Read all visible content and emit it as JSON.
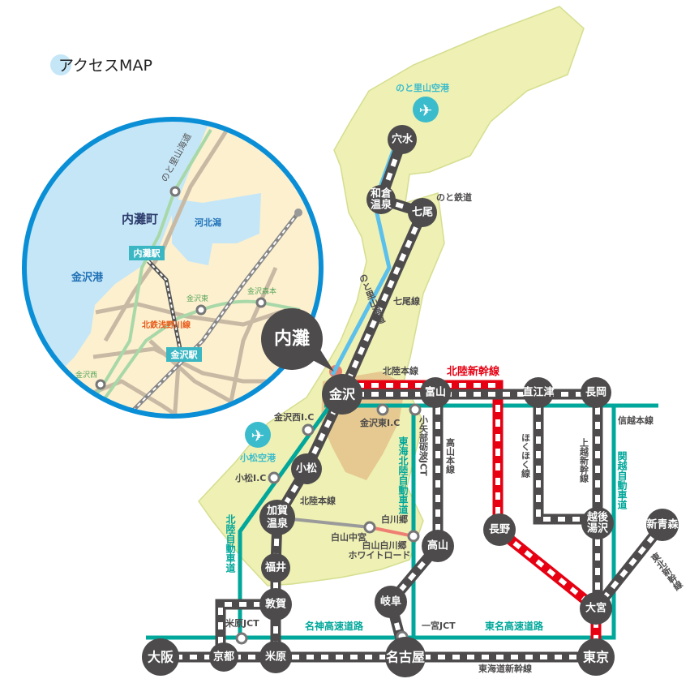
{
  "title": "アクセスMAP",
  "colors": {
    "rail": "#4d4b4b",
    "shinkansen": "#e60012",
    "expressway": "#00a79a",
    "noto_road": "#5bc0eb",
    "land": "#eef0b4",
    "inset_border": "#0a8fd6"
  },
  "callout": "内灘",
  "inset": {
    "town": "内灘町",
    "lagoon": "河北潟",
    "port": "金沢港",
    "road_noto": "のと里山海道",
    "uchinada_station": "内灘駅",
    "kanazawa_station": "金沢駅",
    "railway": "北鉄浅野川線",
    "ic_east": "金沢東",
    "ic_morimoto": "金沢森本",
    "ic_west": "金沢西"
  },
  "airports": {
    "noto": "のと里山空港",
    "komatsu": "小松空港"
  },
  "stations": {
    "anamizu": "穴水",
    "wakura_1": "和倉",
    "wakura_2": "温泉",
    "nanao": "七尾",
    "kanazawa": "金沢",
    "toyama": "富山",
    "naoetsu": "直江津",
    "nagaoka": "長岡",
    "nagano": "長野",
    "echigo_1": "越後",
    "echigo_2": "湯沢",
    "shinaomori": "新青森",
    "omiya": "大宮",
    "tokyo": "東京",
    "nagoya": "名古屋",
    "maibara": "米原",
    "kyoto": "京都",
    "osaka": "大阪",
    "tsuruga": "敦賀",
    "fukui": "福井",
    "kaga_1": "加賀",
    "kaga_2": "温泉",
    "komatsu": "小松",
    "takayama": "高山",
    "gifu": "岐阜"
  },
  "interchanges": {
    "kanazawa_nishi": "金沢西I.C",
    "komatsu": "小松I.C",
    "kanazawa_higashi": "金沢東I.C",
    "oyabe": "小矢部砺波JCT",
    "hakusan_chugu": "白山中宮",
    "shirakawago": "白川郷",
    "hakusan_road_1": "白山白川郷",
    "hakusan_road_2": "ホワイトロード",
    "maibara_jct": "米原JCT",
    "ichinomiya_jct": "一宮JCT"
  },
  "lines": {
    "noto_tetsudo": "のと鉄道",
    "nanao_line": "七尾線",
    "noto_road": "のと里山海道",
    "hokuriku_main": "北陸本線",
    "hokuriku_main_2": "北陸本線",
    "hokuriku_shinkansen": "北陸新幹線",
    "shinetsu": "信越本線",
    "takayama": "高山本線",
    "hokuhoku": "ほくほく線",
    "joetsu": "上越新幹線",
    "kanetsu": "関越自動車道",
    "tokai_hokuriku": "東海北陸自動車道",
    "hokuriku_exp": "北陸自動車道",
    "meishin": "名神高速道路",
    "tomei": "東名高速道路",
    "tokaido": "東海道新幹線",
    "tohoku": "東北新幹線"
  }
}
